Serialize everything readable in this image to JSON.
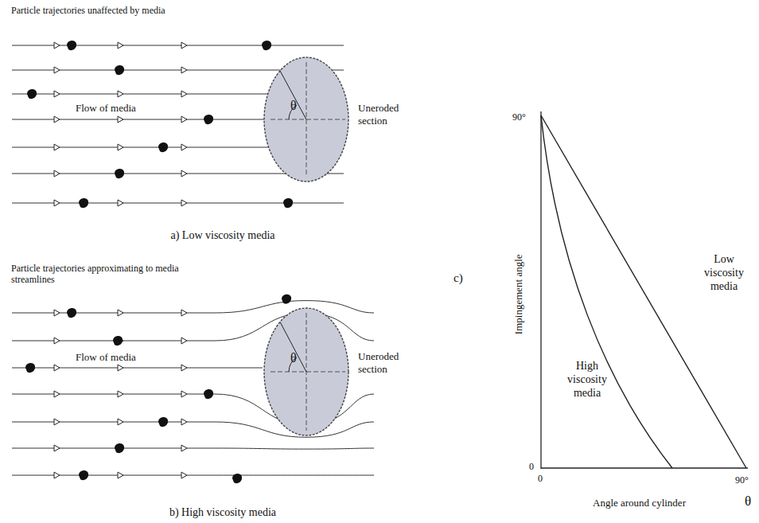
{
  "diagram": {
    "nodes": [
      {
        "text": [
          "θ"
        ]
      },
      {
        "text": [
          "θ"
        ]
      }
    ],
    "labels": [
      "Particle trajectories unaffected by media",
      "Flow of media",
      "Uneroded section",
      "a) Low viscosity media",
      "Particle trajectories approximating to media streamlines",
      "Flow of media",
      "Uneroded section",
      "b) High viscosity media",
      "c)",
      "90°",
      "Impingement angle",
      "0",
      "0",
      "90°",
      "Angle around cylinder",
      "θ",
      "Low viscosity media",
      "High viscosity media"
    ]
  }
}
